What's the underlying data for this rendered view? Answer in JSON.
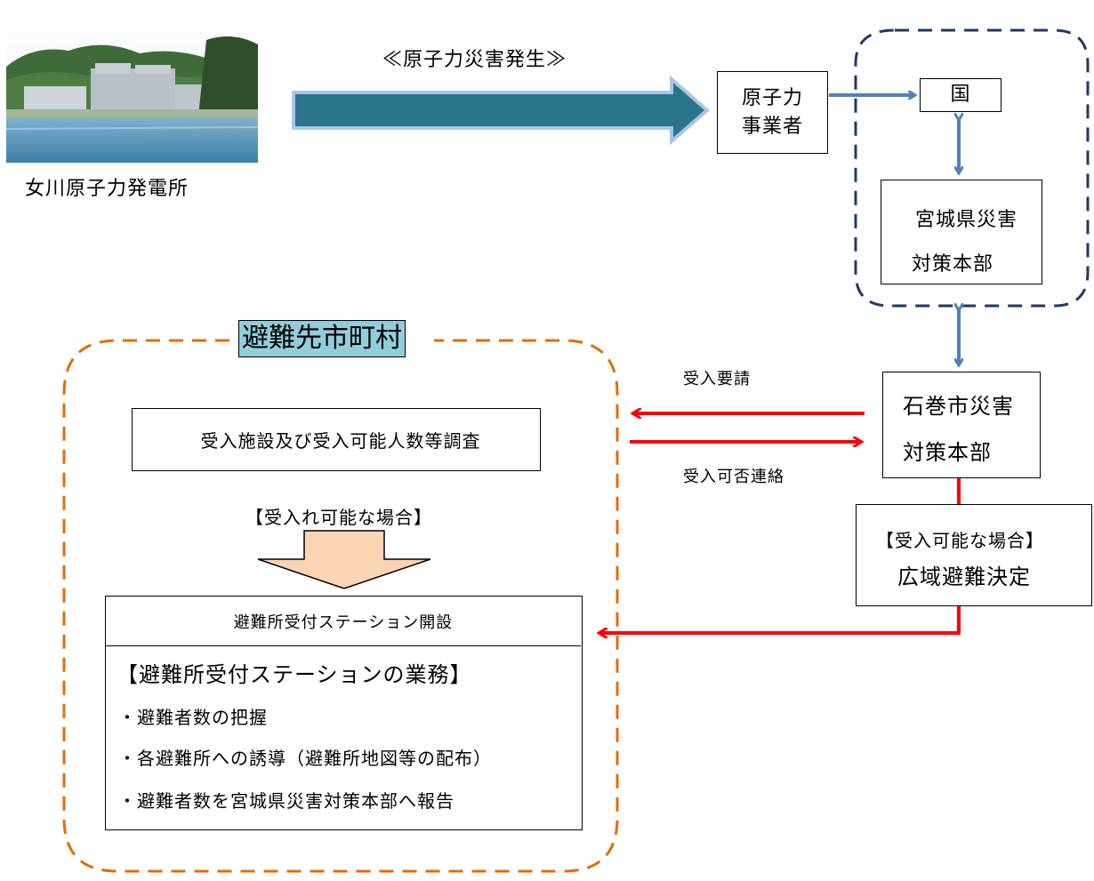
{
  "photo": {
    "caption": "女川原子力発電所"
  },
  "event_label": "≪原子力災害発生≫",
  "operator": {
    "line1": "原子力",
    "line2": "事業者"
  },
  "national": "国",
  "pref_hq": {
    "line1": "宮城県災害",
    "line2": "対策本部"
  },
  "city_hq": {
    "line1": "石巻市災害",
    "line2": "対策本部"
  },
  "decision": {
    "condition": "【受入可能な場合】",
    "action": "広域避難決定"
  },
  "request_label": "受入要請",
  "reply_label": "受入可否連絡",
  "dest": {
    "title": "避難先市町村",
    "survey": "受入施設及び受入可能人数等調査",
    "condition": "【受入れ可能な場合】",
    "station_open": "避難所受付ステーション開設",
    "duties_title": "【避難所受付ステーションの業務】",
    "duties": [
      "・避難者数の把握",
      "・各避難所への誘導（避難所地図等の配布）",
      "・避難者数を宮城県災害対策本部へ報告"
    ]
  },
  "colors": {
    "teal_arrow": "#2a7588",
    "blue_arrow": "#4f81bd",
    "red_arrow": "#ff0000",
    "orange_dash": "#e36c09",
    "navy_dash": "#1f3864",
    "peach_arrow": "#fbd4b4",
    "title_bg": "#92cddc"
  }
}
